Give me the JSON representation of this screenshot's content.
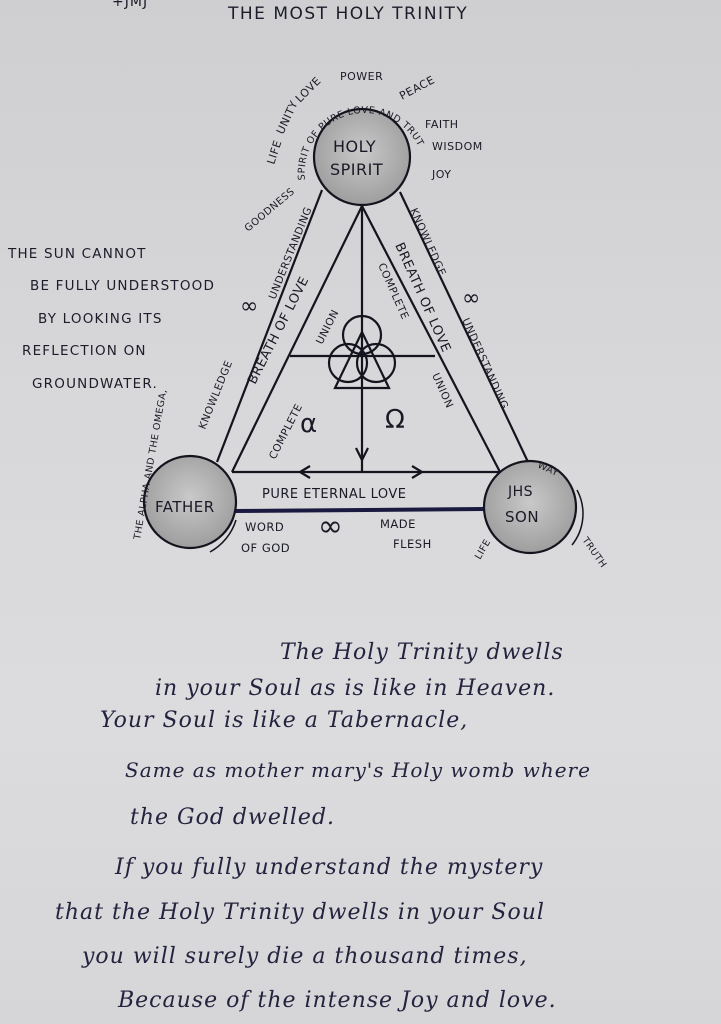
{
  "header": {
    "mark": "+JMJ",
    "title": "THE MOST HOLY TRINITY"
  },
  "side_note": [
    "THE SUN CANNOT",
    "BE FULLY UNDERSTOOD",
    "BY LOOKING ITS",
    "REFLECTION ON",
    "GROUNDWATER."
  ],
  "diagram": {
    "spirit": {
      "line1": "HOLY",
      "line2": "SPIRIT",
      "arc": "SPIRIT OF PURE LOVE AND TRUTH",
      "gifts": [
        "LIFE",
        "UNITY",
        "LOVE",
        "POWER",
        "PEACE",
        "FAITH",
        "WISDOM",
        "JOY",
        "GOODNESS"
      ]
    },
    "father": {
      "label": "FATHER",
      "arc": "THE ALPHA AND THE OMEGA,"
    },
    "son": {
      "mono": "JHS",
      "label": "SON",
      "gifts": [
        "WAY",
        "TRUTH",
        "LIFE"
      ]
    },
    "left_edge": {
      "outer1": "KNOWLEDGE",
      "outer2": "UNDERSTANDING",
      "inner": "BREATH OF LOVE",
      "inner_low": "COMPLETE",
      "inner_up": "UNION"
    },
    "right_edge": {
      "outer1": "KNOWLEDGE",
      "outer2": "UNDERSTANDING",
      "inner": "BREATH OF LOVE",
      "inner_up": "COMPLETE",
      "inner_low": "UNION"
    },
    "base": {
      "top": "PURE ETERNAL LOVE",
      "word": "WORD",
      "of_god": "OF GOD",
      "made": "MADE",
      "flesh": "FLESH"
    },
    "symbols": {
      "alpha": "α",
      "omega": "Ω",
      "infinity": "∞"
    }
  },
  "text_lines": [
    "The Holy Trinity dwells",
    "in your Soul as is like in Heaven.",
    "Your Soul is like a Tabernacle,",
    "Same as mother mary's Holy womb where",
    "the God dwelled.",
    "If you fully understand the mystery",
    "that the Holy Trinity dwells in your Soul",
    "you will surely die a thousand times,",
    "Because of the intense Joy and love."
  ]
}
